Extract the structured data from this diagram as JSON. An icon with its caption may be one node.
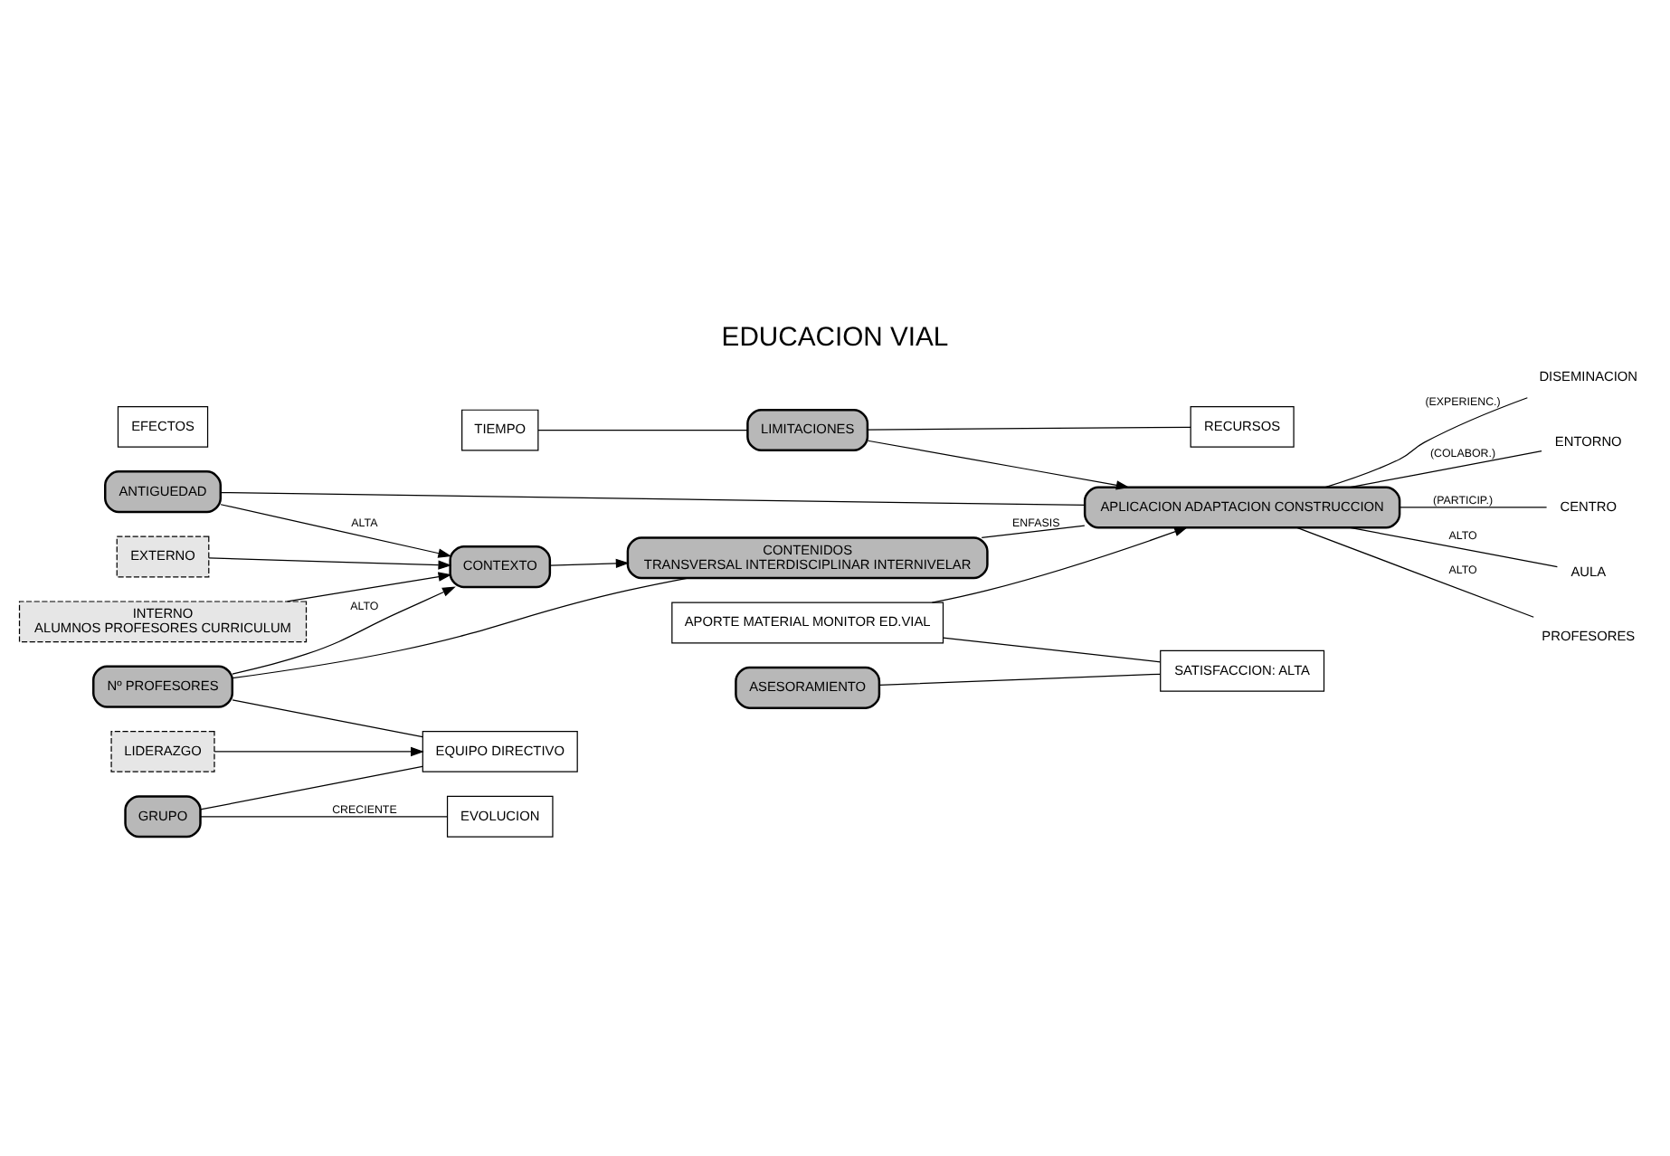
{
  "diagram": {
    "title": "EDUCACION VIAL",
    "nodes": [
      {
        "text": [
          "EXTERNO"
        ]
      },
      {
        "text": [
          "CONTEXTO"
        ]
      },
      {
        "text": [
          "CONTENIDOS",
          "TRANSVERSAL INTERDISCIPLINAR INTERNIVELAR"
        ]
      },
      {
        "text": [
          "APLICACION ADAPTACION CONSTRUCCION"
        ]
      },
      {
        "text": [
          "EFECTOS"
        ]
      },
      {
        "text": [
          "DISEMINACION"
        ]
      },
      {
        "text": [
          "ENTORNO"
        ]
      },
      {
        "text": [
          "CENTRO"
        ]
      },
      {
        "text": [
          "AULA"
        ]
      },
      {
        "text": [
          "PROFESORES"
        ]
      },
      {
        "text": [
          "INTERNO",
          "ALUMNOS PROFESORES CURRICULUM"
        ]
      },
      {
        "text": [
          "ANTIGUEDAD"
        ]
      },
      {
        "text": [
          "EVOLUCION"
        ]
      },
      {
        "text": [
          "GRUPO"
        ]
      },
      {
        "text": [
          "TIEMPO"
        ]
      },
      {
        "text": [
          "LIMITACIONES"
        ]
      },
      {
        "text": [
          "RECURSOS"
        ]
      },
      {
        "text": [
          "Nº PROFESORES"
        ]
      },
      {
        "text": [
          "EQUIPO DIRECTIVO"
        ]
      },
      {
        "text": [
          "APORTE MATERIAL MONITOR ED.VIAL"
        ]
      },
      {
        "text": [
          "SATISFACCION: ALTA"
        ]
      },
      {
        "text": [
          "LIDERAZGO"
        ]
      },
      {
        "text": [
          "ASESORAMIENTO"
        ]
      }
    ],
    "edges": [
      {
        "from": 0,
        "to": 1,
        "arrow": "to"
      },
      {
        "from": 10,
        "to": 1,
        "arrow": "to"
      },
      {
        "from": 1,
        "to": 2,
        "arrow": "to"
      },
      {
        "from": 2,
        "to": 3,
        "arrow": "none",
        "label": "ENFASIS"
      },
      {
        "from": 3,
        "to": 5,
        "arrow": "none",
        "label": "(EXPERIENC.)"
      },
      {
        "from": 3,
        "to": 6,
        "arrow": "none",
        "label": "(COLABOR.)"
      },
      {
        "from": 3,
        "to": 7,
        "arrow": "none",
        "label": "(PARTICIP.)"
      },
      {
        "from": 3,
        "to": 8,
        "arrow": "none",
        "label": "ALTO"
      },
      {
        "from": 3,
        "to": 9,
        "arrow": "none",
        "label": "ALTO"
      },
      {
        "from": 11,
        "to": 1,
        "arrow": "to",
        "label": "ALTA"
      },
      {
        "from": 11,
        "to": 3,
        "arrow": "none"
      },
      {
        "from": 17,
        "to": 2,
        "arrow": "none"
      },
      {
        "from": 17,
        "to": 1,
        "arrow": "to",
        "label": "ALTO"
      },
      {
        "from": 13,
        "to": 12,
        "arrow": "none",
        "label": "CRECIENTE"
      },
      {
        "from": 13,
        "to": 18,
        "arrow": "none"
      },
      {
        "from": 17,
        "to": 18,
        "arrow": "none"
      },
      {
        "from": 21,
        "to": 18,
        "arrow": "to"
      },
      {
        "from": 19,
        "to": 3,
        "arrow": "to"
      },
      {
        "from": 19,
        "to": 20,
        "arrow": "none"
      },
      {
        "from": 22,
        "to": 20,
        "arrow": "none"
      },
      {
        "from": 15,
        "to": 3,
        "arrow": "to"
      },
      {
        "from": 14,
        "to": 15,
        "arrow": "none"
      },
      {
        "from": 15,
        "to": 16,
        "arrow": "none"
      }
    ]
  }
}
